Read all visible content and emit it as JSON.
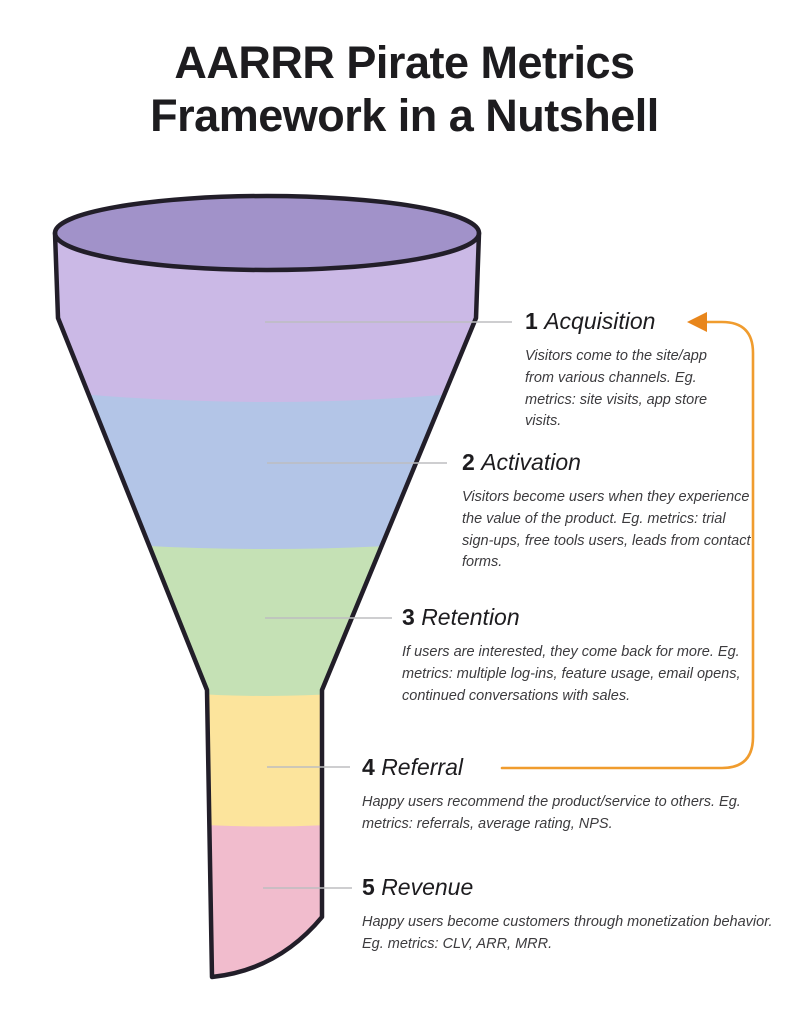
{
  "title": {
    "line1": "AARRR Pirate Metrics",
    "line2": "Framework in a Nutshell"
  },
  "funnel": {
    "top_surface_color": "#a192c9",
    "outline_color": "#221e29"
  },
  "annotations": {
    "leader_line_color": "#bdbdc0",
    "arrow_color": "#f09c2e",
    "arrow_head_color": "#e8861c"
  },
  "stages": [
    {
      "number": "1",
      "name": "Acquisition",
      "color": "#cbb9e6",
      "description": "Visitors come to the site/app from various channels. Eg. metrics: site visits, app store visits."
    },
    {
      "number": "2",
      "name": "Activation",
      "color": "#b3c5e7",
      "description": "Visitors become users when they experience the value of the product. Eg. metrics: trial sign-ups, free tools users, leads from contact forms."
    },
    {
      "number": "3",
      "name": "Retention",
      "color": "#c5e1b5",
      "description": "If users are interested, they come back for more. Eg. metrics: multiple log-ins, feature usage, email opens, continued conversations with sales."
    },
    {
      "number": "4",
      "name": "Referral",
      "color": "#fce49c",
      "description": "Happy users recommend the product/service to others. Eg. metrics: referrals, average rating, NPS."
    },
    {
      "number": "5",
      "name": "Revenue",
      "color": "#f1bccd",
      "description": "Happy users become customers through monetization behavior. Eg. metrics: CLV, ARR, MRR."
    }
  ]
}
